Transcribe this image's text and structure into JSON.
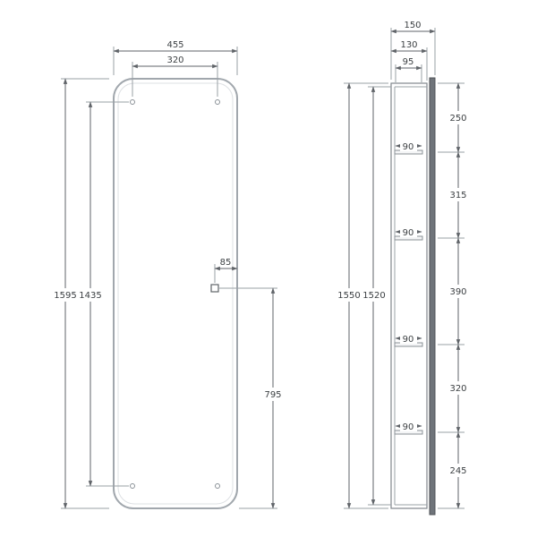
{
  "drawing": {
    "front_view": {
      "overall_width": "455",
      "hole_spacing_width": "320",
      "overall_height": "1595",
      "hole_spacing_height": "1435",
      "sensor_offset_from_edge": "85",
      "sensor_height_from_bottom": "795"
    },
    "side_view": {
      "overall_depth": "150",
      "body_depth": "130",
      "inner_depth": "95",
      "overall_height": "1550",
      "inner_height": "1520",
      "shelf_depth": "90",
      "segments": [
        "250",
        "315",
        "390",
        "320",
        "245"
      ]
    }
  }
}
